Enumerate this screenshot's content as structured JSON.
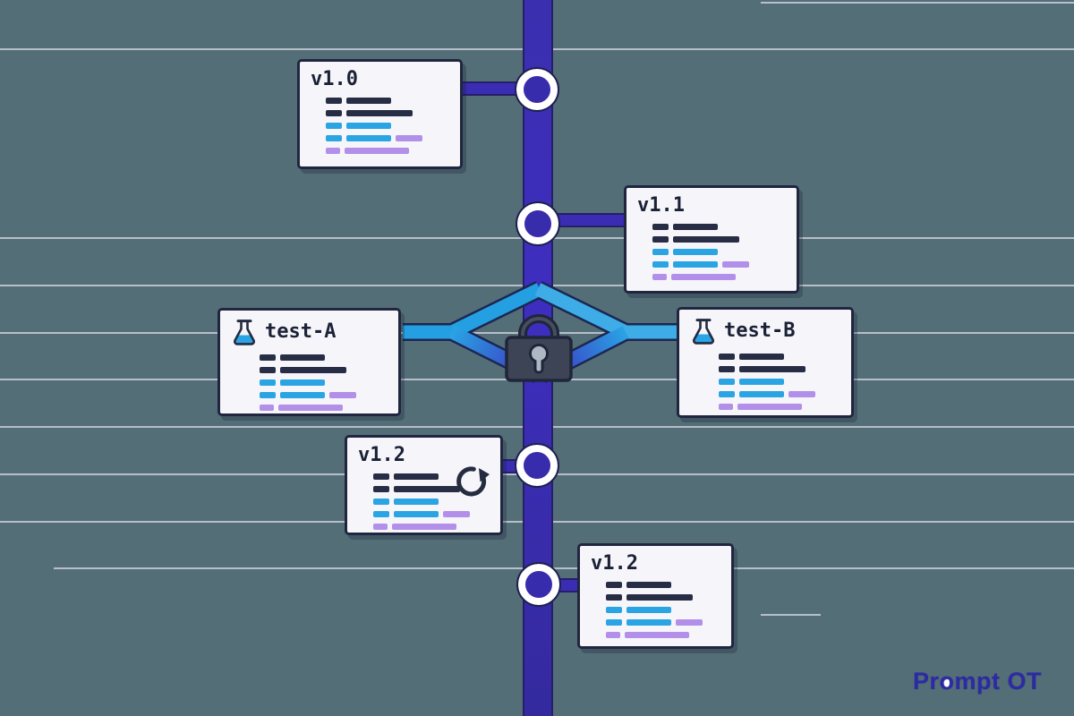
{
  "diagram": {
    "title_hint": "version timeline with locked experiment branches",
    "cards": [
      {
        "title": "v1.0",
        "icon": "none"
      },
      {
        "title": "v1.1",
        "icon": "none"
      },
      {
        "title": "test-A",
        "icon": "flask"
      },
      {
        "title": "test-B",
        "icon": "flask"
      },
      {
        "title": "v1.2",
        "icon": "refresh"
      },
      {
        "title": "v1.2",
        "icon": "none"
      }
    ],
    "skeleton_rows": [
      {
        "segments": [
          {
            "c": "dark",
            "w": 18
          },
          {
            "c": "dark",
            "w": 50
          }
        ]
      },
      {
        "segments": [
          {
            "c": "dark",
            "w": 18
          },
          {
            "c": "dark",
            "w": 74
          }
        ]
      },
      {
        "segments": [
          {
            "c": "blue",
            "w": 18
          },
          {
            "c": "blue",
            "w": 50
          }
        ]
      },
      {
        "segments": [
          {
            "c": "blue",
            "w": 18
          },
          {
            "c": "blue",
            "w": 50
          },
          {
            "c": "purple",
            "w": 30
          }
        ]
      },
      {
        "segments": [
          {
            "c": "purple",
            "w": 16
          },
          {
            "c": "purple",
            "w": 72
          }
        ]
      }
    ],
    "colors": {
      "background": "#546e78",
      "ruled_line": "#c9ced6",
      "trunk_indigo": "#3a2db3",
      "branch_blue": "#29a4e4",
      "branch_blend_purple": "#3e2ec0",
      "node_ring": "#ffffff",
      "card_background": "#f6f6fa",
      "card_border": "#20263f",
      "bar_dark": "#272d45",
      "bar_blue": "#2ba4e3",
      "bar_purple": "#b28fe8",
      "lock_body": "#3d4456",
      "logo_indigo": "#2c2ba5"
    }
  },
  "logo": {
    "part1": "Pr",
    "part2": "o",
    "part3": "mpt OT"
  }
}
